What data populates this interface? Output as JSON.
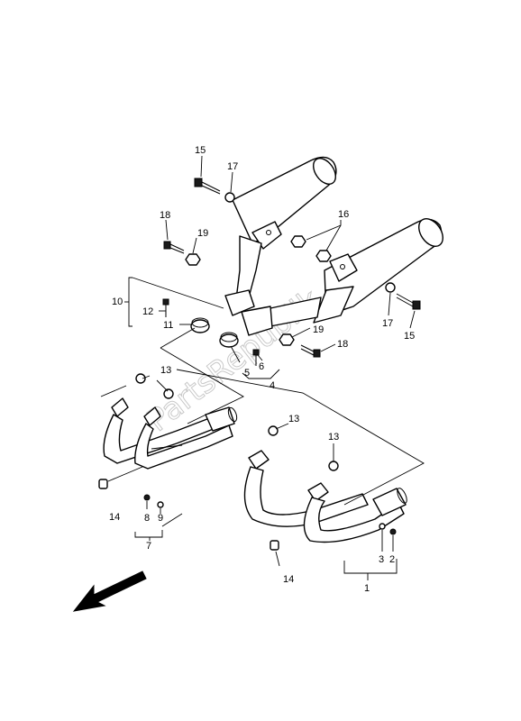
{
  "labels": {
    "l1": "1",
    "l3": "3",
    "l2": "2",
    "l4": "4",
    "l5": "5",
    "l6": "6",
    "l7": "7",
    "l8": "8",
    "l9": "9",
    "l10": "10",
    "l11": "11",
    "l12": "12",
    "l13a": "13",
    "l13b": "13",
    "l13c": "13",
    "l14a": "14",
    "l14b": "14",
    "l15a": "15",
    "l15b": "15",
    "l16": "16",
    "l17a": "17",
    "l17b": "17",
    "l18a": "18",
    "l18b": "18",
    "l19a": "19",
    "l19b": "19"
  },
  "watermark": "PartsRepublik",
  "icons": {
    "direction_arrow": "front-direction-arrow-icon"
  }
}
